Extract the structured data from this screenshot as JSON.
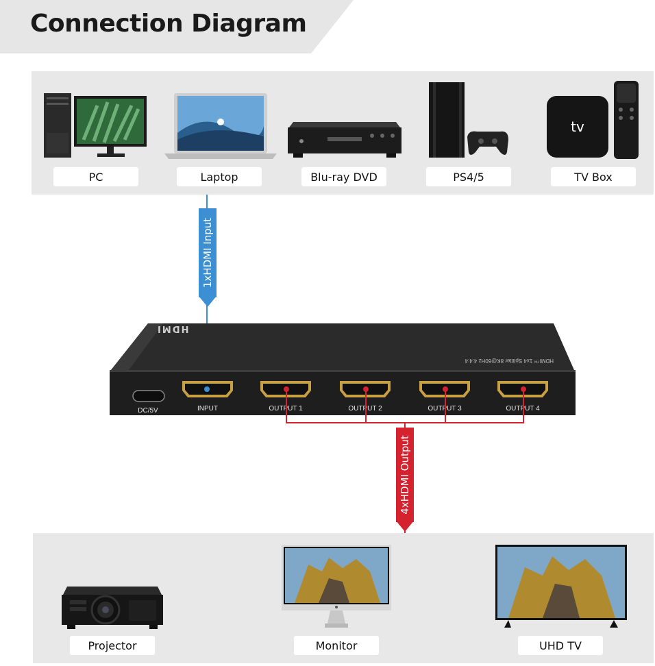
{
  "title": "Connection Diagram",
  "sources": [
    {
      "label": "PC",
      "icon": "pc-icon"
    },
    {
      "label": "Laptop",
      "icon": "laptop-icon"
    },
    {
      "label": "Blu-ray DVD",
      "icon": "bluray-player-icon"
    },
    {
      "label": "PS4/5",
      "icon": "game-console-icon"
    },
    {
      "label": "TV Box",
      "icon": "tv-box-icon"
    }
  ],
  "input_cable": {
    "label": "1xHDMI Input",
    "color": "#3d8fd4"
  },
  "output_cable": {
    "label": "4xHDMI Output",
    "color": "#d4222f"
  },
  "splitter": {
    "brand": "HDMI",
    "model_text": "HDMI™ 1x4 Splitter 8K@60Hz 4:4:4",
    "ports": [
      "DC/5V",
      "INPUT",
      "OUTPUT 1",
      "OUTPUT 2",
      "OUTPUT 3",
      "OUTPUT 4"
    ]
  },
  "displays": [
    {
      "label": "Projector",
      "icon": "projector-icon"
    },
    {
      "label": "Monitor",
      "icon": "monitor-icon"
    },
    {
      "label": "UHD TV",
      "icon": "uhd-tv-icon"
    }
  ]
}
